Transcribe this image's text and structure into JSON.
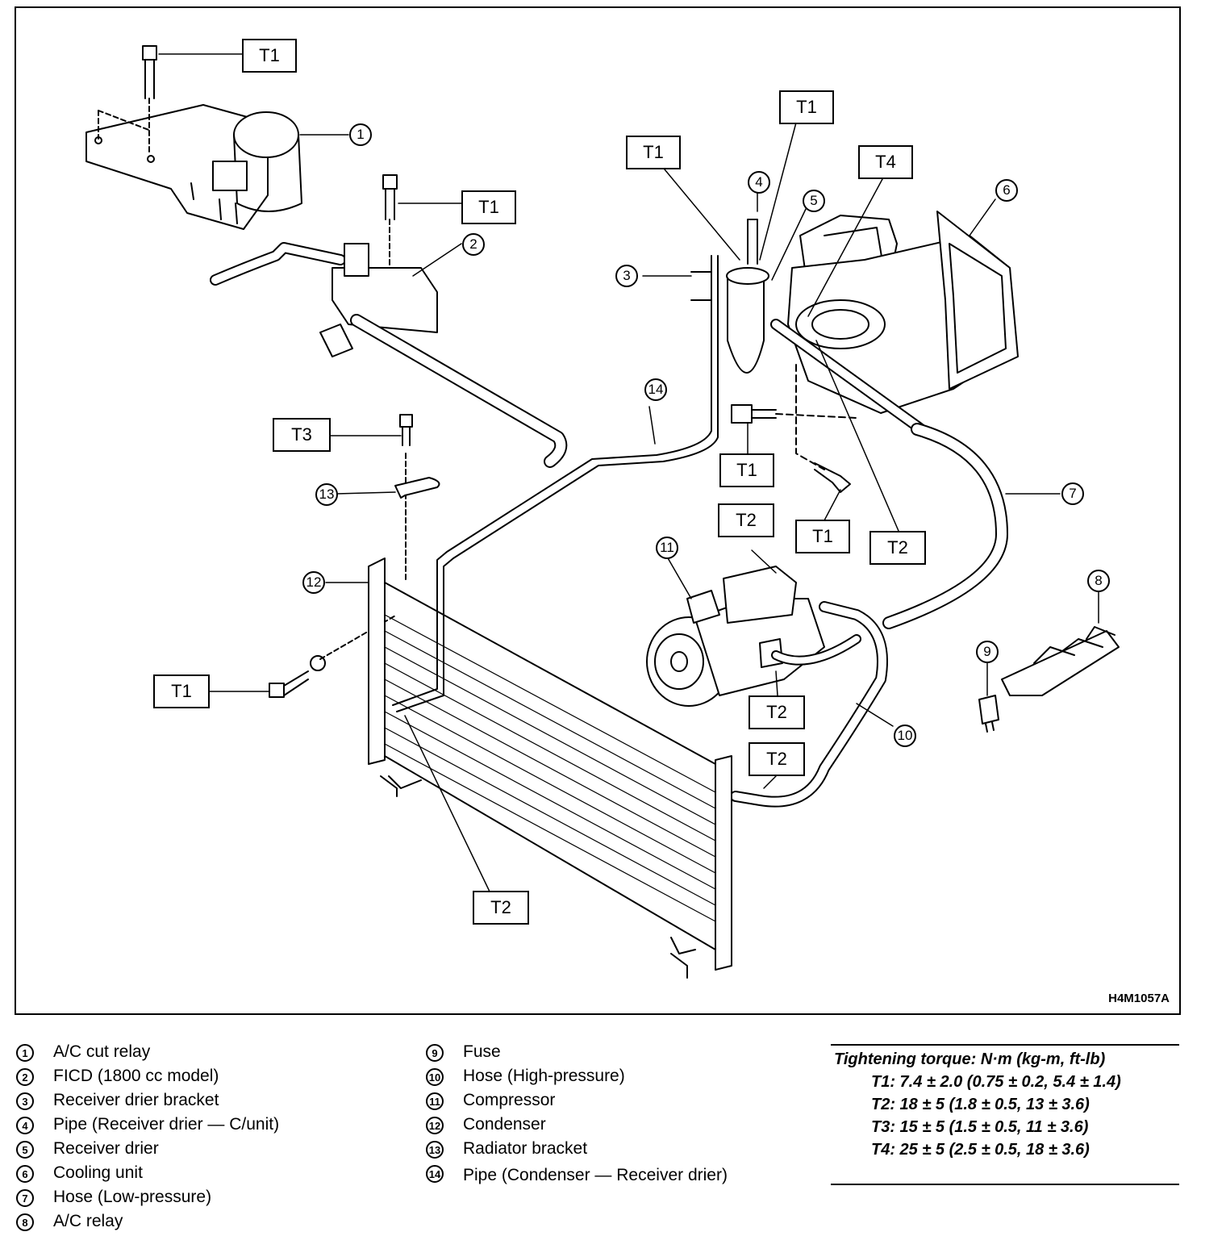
{
  "figure": {
    "code": "H4M1057A",
    "torque_boxes": [
      {
        "id": "t1-a",
        "label": "T1"
      },
      {
        "id": "t1-b",
        "label": "T1"
      },
      {
        "id": "t1-c",
        "label": "T1"
      },
      {
        "id": "t1-d",
        "label": "T1"
      },
      {
        "id": "t1-e",
        "label": "T1"
      },
      {
        "id": "t1-f",
        "label": "T1"
      },
      {
        "id": "t1-g",
        "label": "T1"
      },
      {
        "id": "t4",
        "label": "T4"
      },
      {
        "id": "t3",
        "label": "T3"
      },
      {
        "id": "t2-a",
        "label": "T2"
      },
      {
        "id": "t2-b",
        "label": "T2"
      },
      {
        "id": "t2-c",
        "label": "T2"
      },
      {
        "id": "t2-d",
        "label": "T2"
      },
      {
        "id": "t2-e",
        "label": "T2"
      }
    ],
    "callouts": [
      "1",
      "2",
      "3",
      "4",
      "5",
      "6",
      "7",
      "8",
      "9",
      "10",
      "11",
      "12",
      "13",
      "14"
    ]
  },
  "legend": {
    "left": [
      {
        "num": "1",
        "text": "A/C cut relay"
      },
      {
        "num": "2",
        "text": "FICD (1800 cc model)"
      },
      {
        "num": "3",
        "text": "Receiver drier bracket"
      },
      {
        "num": "4",
        "text": "Pipe (Receiver drier — C/unit)"
      },
      {
        "num": "5",
        "text": "Receiver drier"
      },
      {
        "num": "6",
        "text": "Cooling unit"
      },
      {
        "num": "7",
        "text": "Hose (Low-pressure)"
      },
      {
        "num": "8",
        "text": "A/C relay"
      }
    ],
    "right": [
      {
        "num": "9",
        "text": "Fuse"
      },
      {
        "num": "10",
        "text": "Hose (High-pressure)"
      },
      {
        "num": "11",
        "text": "Compressor"
      },
      {
        "num": "12",
        "text": "Condenser"
      },
      {
        "num": "13",
        "text": "Radiator bracket"
      },
      {
        "num": "14",
        "text": "Pipe (Condenser — Receiver drier)"
      }
    ]
  },
  "torque": {
    "title": "Tightening torque: N·m (kg-m, ft-lb)",
    "lines": [
      "T1: 7.4 ± 2.0 (0.75 ± 0.2, 5.4 ± 1.4)",
      "T2: 18 ± 5 (1.8 ± 0.5, 13 ± 3.6)",
      "T3: 15 ± 5 (1.5 ± 0.5, 11 ± 3.6)",
      "T4: 25 ± 5 (2.5 ± 0.5, 18 ± 3.6)"
    ]
  }
}
